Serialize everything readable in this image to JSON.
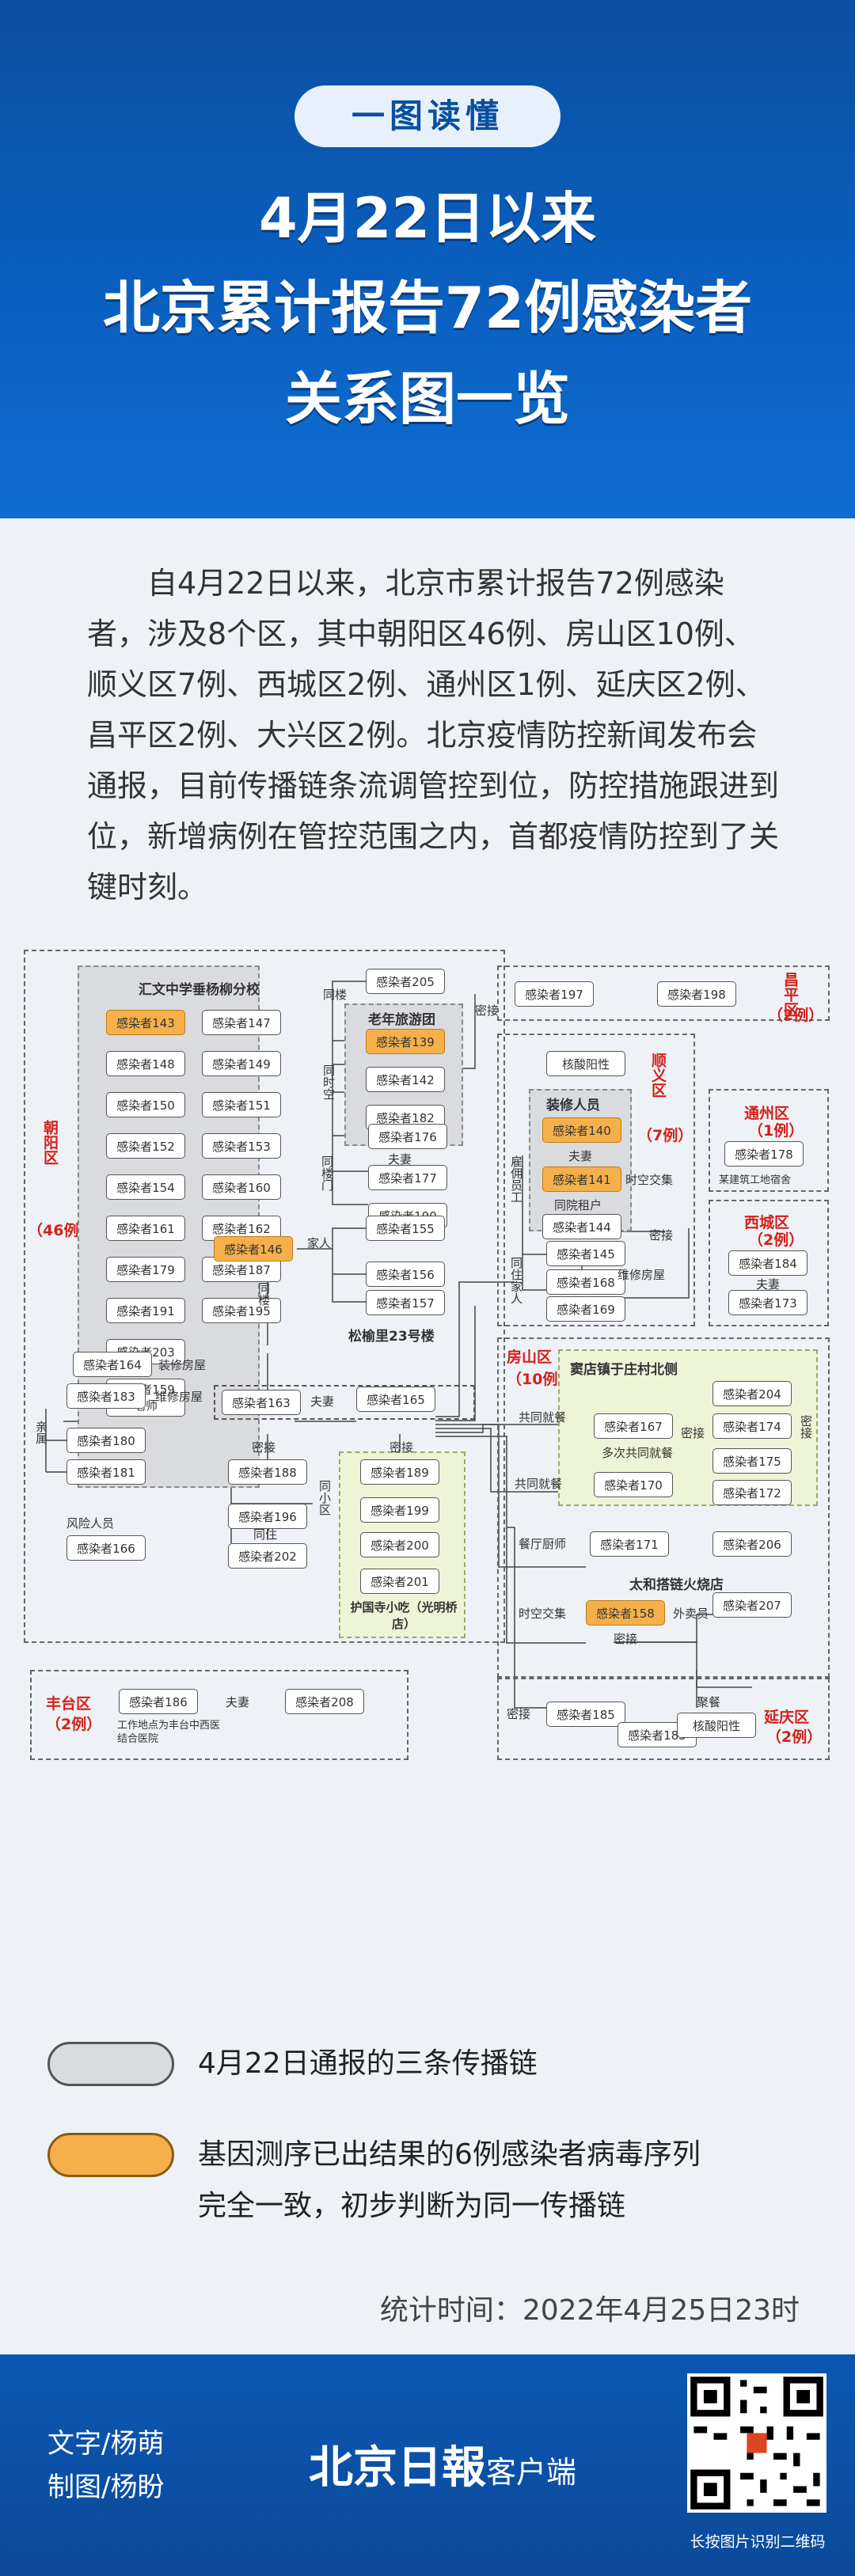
{
  "header": {
    "badge": "一图读懂",
    "title_line1": "4月22日以来",
    "title_line2": "北京累计报告72例感染者",
    "title_line3": "关系图一览"
  },
  "intro": "自4月22日以来，北京市累计报告72例感染者，涉及8个区，其中朝阳区46例、房山区10例、顺义区7例、西城区2例、通州区1例、延庆区2例、昌平区2例、大兴区2例。北京疫情防控新闻发布会通报，目前传播链条流调管控到位，防控措施跟进到位，新增病例在管控范围之内，首都疫情防控到了关键时刻。",
  "districts": {
    "chaoyang": {
      "name": "朝阳区",
      "count": "（46例）"
    },
    "changping": {
      "name": "昌平区",
      "count": "（2例）"
    },
    "shunyi": {
      "name": "顺义区",
      "count": "（7例）"
    },
    "tongzhou": {
      "name": "通州区",
      "count": "（1例）"
    },
    "xicheng": {
      "name": "西城区",
      "count": "（2例）"
    },
    "fangshan": {
      "name": "房山区",
      "count": "（10例）"
    },
    "fengtai": {
      "name": "丰台区",
      "count": "（2例）"
    },
    "yanqing": {
      "name": "延庆区",
      "count": "（2例）"
    }
  },
  "groups": {
    "school": "汇文中学垂杨柳分校",
    "tour": "老年旅游团",
    "decor": "装修人员",
    "community": "松榆里23号楼",
    "village": "窦店镇于庄村北侧",
    "restaurant": "护国寺小吃（光明桥店）",
    "station": "太和搭链火烧店",
    "worker_site": "某建筑工地宿舍",
    "workplace": "工作地点为丰台中西医结合医院"
  },
  "school_cases": [
    "感染者143",
    "感染者147",
    "感染者148",
    "感染者149",
    "感染者150",
    "感染者151",
    "感染者152",
    "感染者153",
    "感染者154",
    "感染者160",
    "感染者161",
    "感染者162",
    "感染者179",
    "感染者187",
    "感染者191",
    "感染者195",
    "感染者203"
  ],
  "school_teacher": {
    "case": "感染者159",
    "role": "老师"
  },
  "cases": {
    "c205": "感染者205",
    "c139": "感染者139",
    "c142": "感染者142",
    "c182": "感染者182",
    "c197": "感染者197",
    "c198": "感染者198",
    "c176": "感染者176",
    "c177": "感染者177",
    "c190": "感染者190",
    "c146": "感染者146",
    "c155": "感染者155",
    "c156": "感染者156",
    "c157": "感染者157",
    "c140": "感染者140",
    "c141": "感染者141",
    "c144": "感染者144",
    "c145": "感染者145",
    "c168": "感染者168",
    "c169": "感染者169",
    "c178": "感染者178",
    "c184": "感染者184",
    "c173": "感染者173",
    "c164": "感染者164",
    "c183": "感染者183",
    "c180": "感染者180",
    "c181": "感染者181",
    "c163": "感染者163",
    "c165": "感染者165",
    "c188": "感染者188",
    "c189": "感染者189",
    "c196": "感染者196",
    "c199": "感染者199",
    "c200": "感染者200",
    "c201": "感染者201",
    "c202": "感染者202",
    "c166": "感染者166",
    "c167": "感染者167",
    "c170": "感染者170",
    "c204": "感染者204",
    "c174": "感染者174",
    "c175": "感染者175",
    "c172": "感染者172",
    "c171": "感染者171",
    "c206": "感染者206",
    "c158": "感染者158",
    "c207": "感染者207",
    "c185": "感染者185",
    "c185b": "感染者185",
    "c186": "感染者186",
    "c208": "感染者208"
  },
  "relations": {
    "tonglou": "同楼",
    "miqie": "密接",
    "tongshikong": "同时空",
    "fuqi": "夫妻",
    "tongloumen": "同楼门",
    "jiaren": "家人",
    "hesuan": "核酸阳性",
    "guyong": "雇佣员工",
    "tongyuanzuhu": "同院租户",
    "tongzhujiaren": "同住家人",
    "weixiufangwu": "维修房屋",
    "shikongjiaocha": "时空交集",
    "zhuangxiufangwu": "装修房屋",
    "qinshu": "亲属",
    "fengxianrenyuan": "风险人员",
    "tongxiaoqu": "同小区",
    "tongzhu": "同住",
    "gongtongjiuyi": "共同就餐",
    "duoci": "多次共同就餐",
    "canting": "餐厅厨师",
    "waimai": "外卖员",
    "jucan": "聚餐"
  },
  "legend": {
    "gray": "4月22日通报的三条传播链",
    "orange_line1": "基因测序已出结果的6例感染者病毒序列",
    "orange_line2": "完全一致，初步判断为同一传播链"
  },
  "stat": "统计时间：2022年4月25日23时",
  "footer": {
    "writer": "文字/杨萌",
    "designer": "制图/杨盼",
    "logo": "北京日報",
    "logo_suffix": "客户端",
    "qr_caption": "长按图片识别二维码"
  },
  "colors": {
    "header_blue": "#0a5fbf",
    "orange": "#f5b04b",
    "gray_box": "#d9dbdf",
    "green_box": "#eef5d6",
    "district_red": "#d4201a"
  }
}
